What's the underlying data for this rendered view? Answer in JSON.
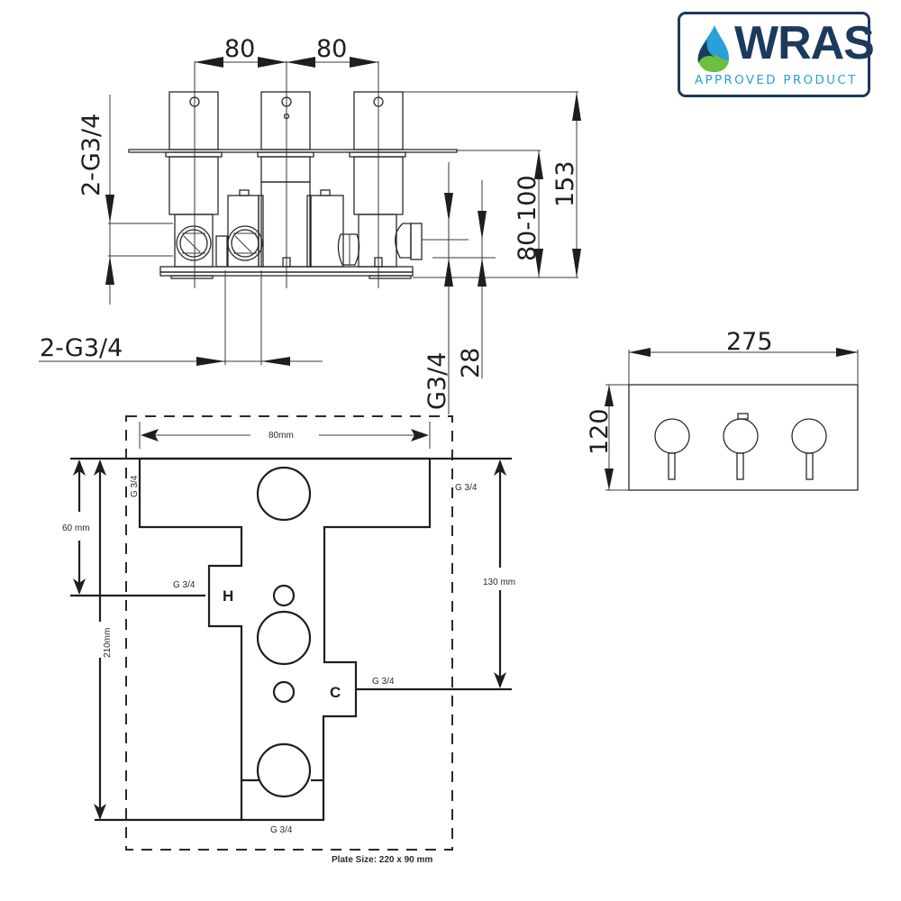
{
  "badge": {
    "title": "WRAS",
    "subtitle": "APPROVED PRODUCT",
    "colors": {
      "navy": "#1b3a5c",
      "blue": "#2b9fd8",
      "green": "#6cbf3f"
    }
  },
  "side_view": {
    "spacing_left": "80",
    "spacing_right": "80",
    "inlet_top": "2-G3/4",
    "inlet_bottom": "2-G3/4",
    "outlet": "G3/4",
    "outlet_offset": "28",
    "depth_range": "80-100",
    "total_depth": "153"
  },
  "front_view": {
    "width": "275",
    "height": "120"
  },
  "plate_plan": {
    "width_dim": "80mm",
    "height_left_upper": "60 mm",
    "height_left_total": "210mm",
    "height_right": "130 mm",
    "port_top_left": "G 3/4",
    "port_top_right": "G 3/4",
    "port_hot": "G 3/4",
    "port_cold": "G 3/4",
    "port_bottom": "G 3/4",
    "hot_label": "H",
    "cold_label": "C",
    "plate_size": "Plate Size: 220 x 90 mm"
  }
}
